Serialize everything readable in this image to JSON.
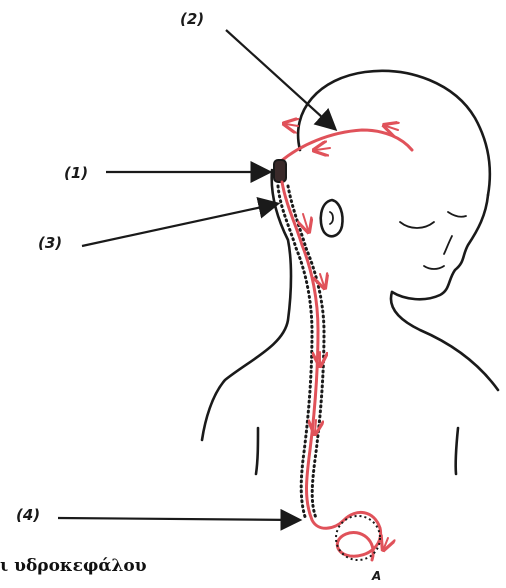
{
  "labels": {
    "l1": "(1)",
    "l2": "(2)",
    "l3": "(3)",
    "l4": "(4)",
    "mark": "A"
  },
  "caption": "ι υδροκεφάλου",
  "colors": {
    "line": "#1a1a1a",
    "shunt": "#e0525a"
  }
}
